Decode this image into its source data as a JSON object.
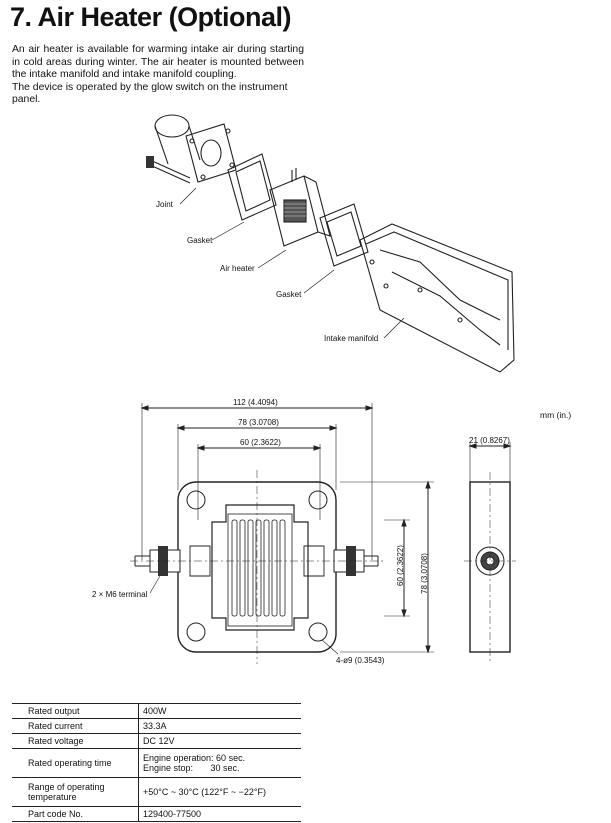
{
  "title": "7. Air Heater (Optional)",
  "intro": {
    "p1": "An air heater is available for warming intake air during starting in cold areas during winter. The air heater is mounted between the intake manifold and intake manifold coupling.",
    "p2": "The device is operated by the glow switch on the instrument panel."
  },
  "exploded_labels": {
    "joint": "Joint",
    "gasket1": "Gasket",
    "air_heater": "Air heater",
    "gasket2": "Gasket",
    "intake_manifold": "Intake manifold"
  },
  "drawing": {
    "units": "mm (in.)",
    "dim_overall": "112 (4.4094)",
    "dim_holes": "78 (3.0708)",
    "dim_inner": "60 (2.3622)",
    "dim_v_inner": "60 (2.3622)",
    "dim_v_holes": "78 (3.0708)",
    "dim_thickness": "21 (0.8267)",
    "terminal": "2 × M6 terminal",
    "hole_dia": "4-ø9 (0.3543)"
  },
  "spec_table": {
    "rated_output": {
      "label": "Rated output",
      "value": "400W"
    },
    "rated_current": {
      "label": "Rated current",
      "value": "33.3A"
    },
    "rated_voltage": {
      "label": "Rated voltage",
      "value": "DC 12V"
    },
    "operating_time": {
      "label": "Rated operating time",
      "value_line1": "Engine operation: 60 sec.",
      "value_line2": "Engine stop:       30 sec."
    },
    "temp_range": {
      "label_line1": "Range of operating",
      "label_line2": "temperature",
      "value": "+50°C ~ 30°C (122°F ~ −22°F)"
    },
    "part_code": {
      "label": "Part code No.",
      "value": "129400-77500"
    }
  }
}
